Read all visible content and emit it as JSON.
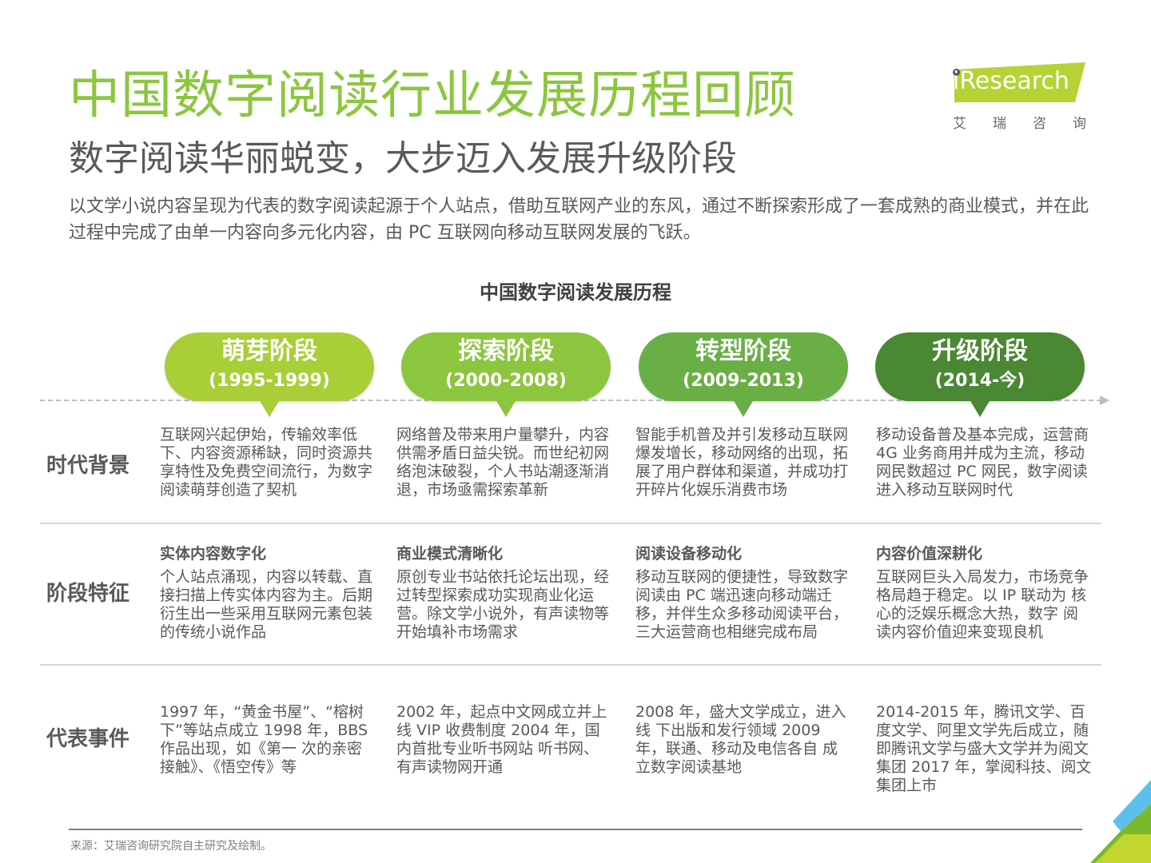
{
  "header": {
    "title": "中国数字阅读行业发展历程回顾",
    "subtitle": "数字阅读华丽蜕变，大步迈入发展升级阶段",
    "intro": "以文学小说内容呈现为代表的数字阅读起源于个人站点，借助互联网产业的东风，通过不断探索形成了一套成熟的商业模式，并在此过程中完成了由单一内容向多元化内容，由 PC 互联网向移动互联网发展的飞跃。"
  },
  "logo": {
    "brand": "iResearch",
    "brand_cn": "艾瑞咨询",
    "color": "#b5d334"
  },
  "diagram": {
    "title": "中国数字阅读发展历程",
    "stages": [
      {
        "name": "萌芽阶段",
        "years": "(1995-1999)",
        "color": "#a8cf38"
      },
      {
        "name": "探索阶段",
        "years": "(2000-2008)",
        "color": "#8cc63f"
      },
      {
        "name": "转型阶段",
        "years": "(2009-2013)",
        "color": "#6aaf45"
      },
      {
        "name": "升级阶段",
        "years": "(2014-今)",
        "color": "#4a8833"
      }
    ],
    "rows": [
      {
        "label": "时代背景",
        "cells": [
          {
            "body": "互联网兴起伊始，传输效率低下、内容资源稀缺，同时资源共享特性及免费空间流行，为数字阅读萌芽创造了契机"
          },
          {
            "body": "网络普及带来用户量攀升，内容供需矛盾日益尖锐。而世纪初网络泡沫破裂，个人书站潮逐渐消退，市场亟需探索革新"
          },
          {
            "body": "智能手机普及并引发移动互联网爆发增长，移动网络的出现，拓展了用户群体和渠道，并成功打开碎片化娱乐消费市场"
          },
          {
            "body": "移动设备普及基本完成，运营商 4G 业务商用并成为主流，移动网民数超过 PC 网民，数字阅读进入移动互联网时代"
          }
        ]
      },
      {
        "label": "阶段特征",
        "cells": [
          {
            "head": "实体内容数字化",
            "body": "个人站点涌现，内容以转载、直接扫描上传实体内容为主。后期衍生出一些采用互联网元素包装的传统小说作品"
          },
          {
            "head": "商业模式清晰化",
            "body": "原创专业书站依托论坛出现，经过转型探索成功实现商业化运营。除文学小说外，有声读物等开始填补市场需求"
          },
          {
            "head": "阅读设备移动化",
            "body": "移动互联网的便捷性，导致数字阅读由 PC 端迅速向移动端迁移，并伴生众多移动阅读平台，三大运营商也相继完成布局"
          },
          {
            "head": "内容价值深耕化",
            "body": "互联网巨头入局发力，市场竞争格局趋于稳定。以 IP 联动为 核心的泛娱乐概念大热，数字 阅读内容价值迎来变现良机"
          }
        ]
      },
      {
        "label": "代表事件",
        "cells": [
          {
            "body": "1997 年，“黄金书屋”、“榕树下”等站点成立 1998 年，BBS 作品出现，如《第一 次的亲密接触》、《悟空传》等"
          },
          {
            "body": "2002 年，起点中文网成立并上线 VIP 收费制度 2004 年，国内首批专业听书网站 听书网、有声读物网开通"
          },
          {
            "body": "2008 年，盛大文学成立，进入线 下出版和发行领域 2009 年，联通、移动及电信各自 成立数字阅读基地"
          },
          {
            "body": "2014-2015 年，腾讯文学、百度文学、阿里文学先后成立，随即腾讯文学与盛大文学并为阅文集团 2017 年，掌阅科技、阅文集团上市"
          }
        ]
      }
    ]
  },
  "footer": {
    "source": "来源：艾瑞咨询研究院自主研究及绘制。"
  },
  "colors": {
    "title_green": "#8cc63f",
    "text_gray": "#595959",
    "divider": "#d9d9d9",
    "corner_blue": "#5bc0eb",
    "corner_green": "#7ab929",
    "corner_lime": "#c2d62e"
  }
}
